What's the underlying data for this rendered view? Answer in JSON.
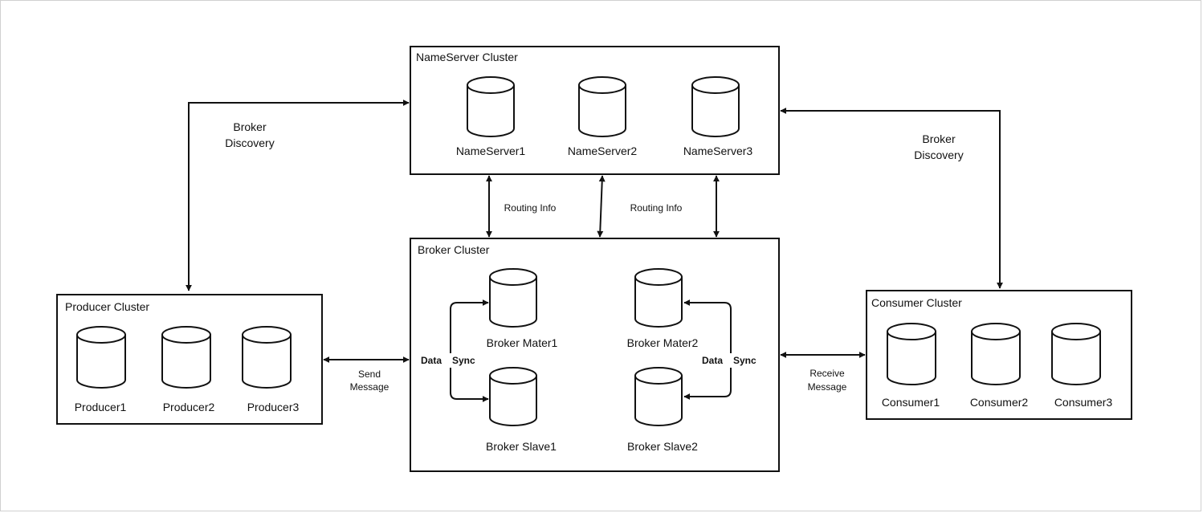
{
  "clusters": {
    "nameserver": {
      "title": "NameServer Cluster",
      "nodes": [
        "NameServer1",
        "NameServer2",
        "NameServer3"
      ]
    },
    "broker": {
      "title": "Broker Cluster",
      "nodes": [
        "Broker Mater1",
        "Broker Mater2",
        "Broker Slave1",
        "Broker Slave2"
      ],
      "data_sync_word1": "Data",
      "data_sync_word2": "Sync"
    },
    "producer": {
      "title": "Producer Cluster",
      "nodes": [
        "Producer1",
        "Producer2",
        "Producer3"
      ]
    },
    "consumer": {
      "title": "Consumer Cluster",
      "nodes": [
        "Consumer1",
        "Consumer2",
        "Consumer3"
      ]
    }
  },
  "edges": {
    "broker_discovery_left": [
      "Broker",
      "Discovery"
    ],
    "broker_discovery_right": [
      "Broker",
      "Discovery"
    ],
    "routing_info": "Routing Info",
    "send_message": [
      "Send",
      "Message"
    ],
    "receive_message": [
      "Receive",
      "Message"
    ]
  },
  "colors": {
    "stroke": "#111111",
    "frame": "#d0d0d0",
    "background": "#ffffff"
  }
}
